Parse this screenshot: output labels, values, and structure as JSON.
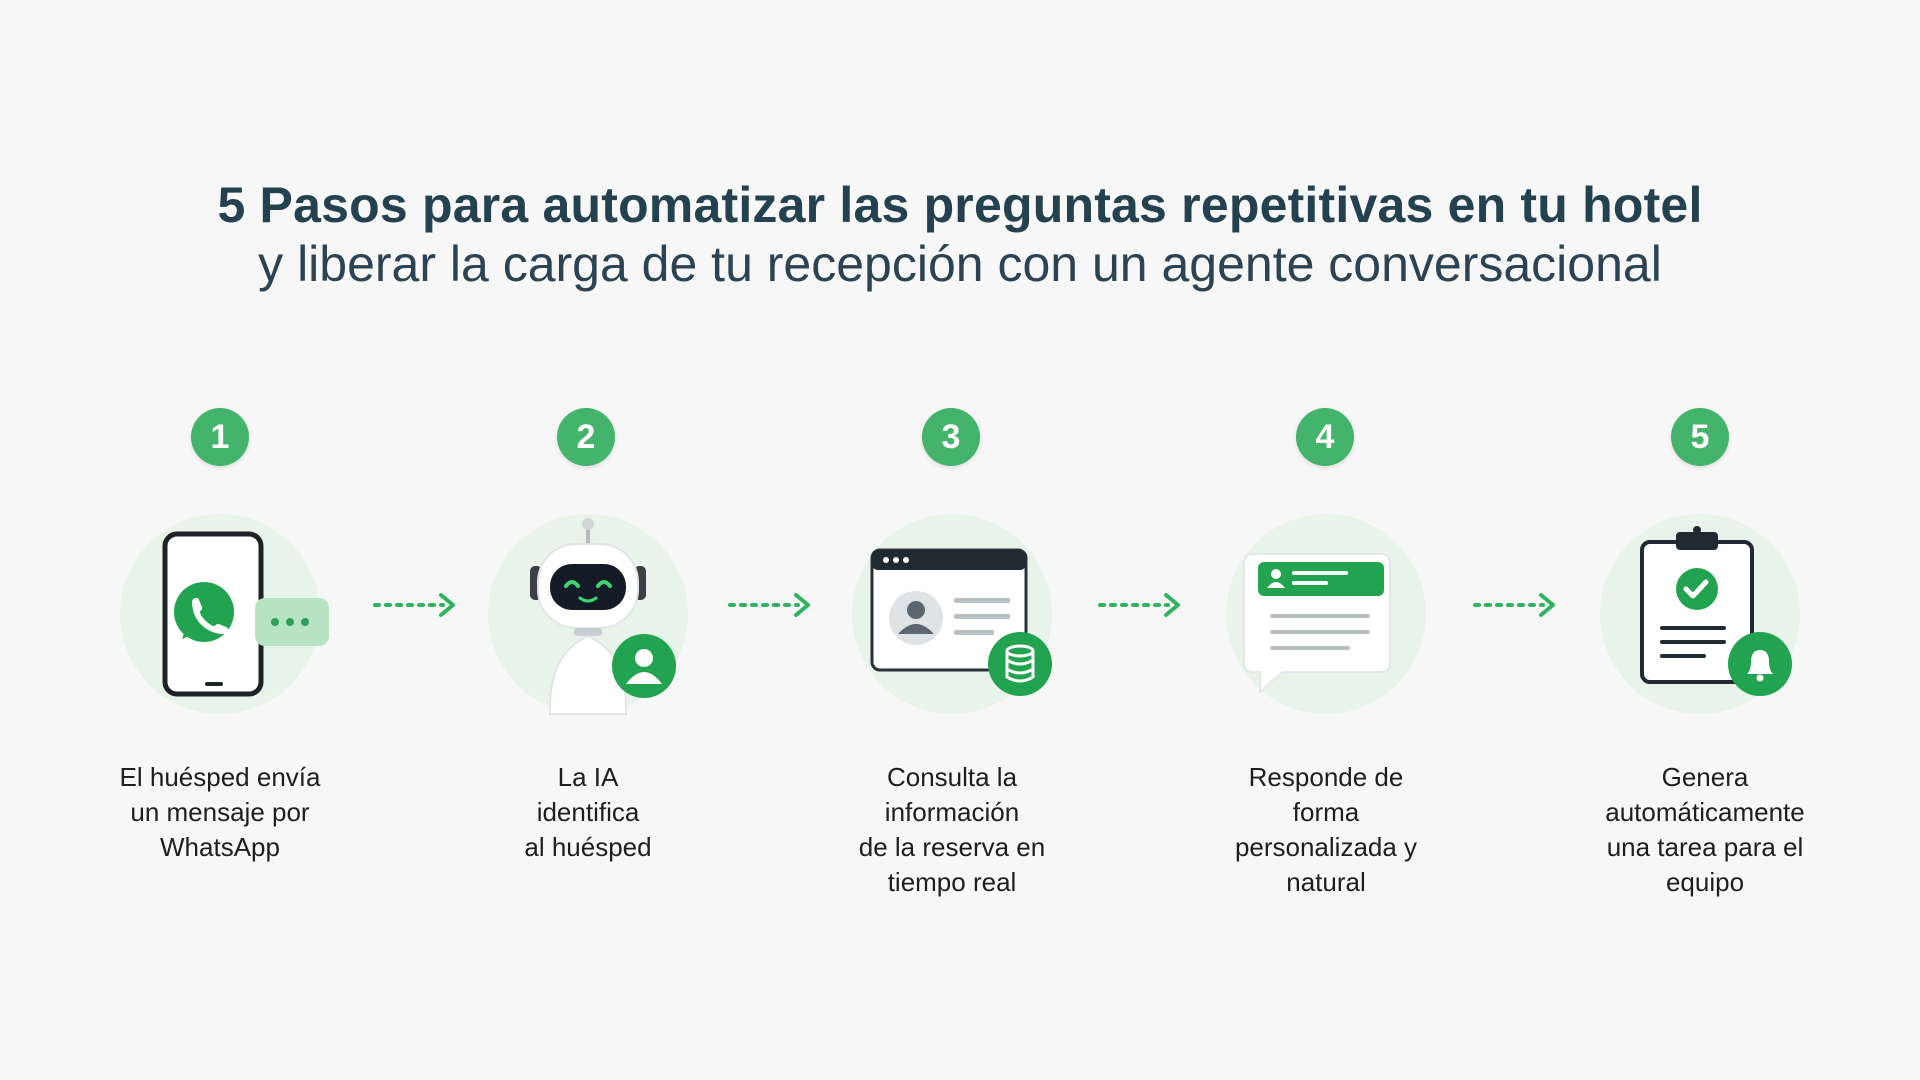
{
  "title": {
    "line1": "5 Pasos para automatizar las preguntas repetitivas en tu hotel",
    "line2": "y liberar la carga de tu recepción con un agente conversacional"
  },
  "colors": {
    "accent": "#44b36b",
    "accent_dark": "#22a34f",
    "icon_bg": "#e8f4ea",
    "title": "#24414f",
    "dark": "#1c2228"
  },
  "steps": [
    {
      "number": "1",
      "icon": "phone-whatsapp-icon",
      "caption": [
        "El huésped envía",
        "un mensaje por",
        "WhatsApp"
      ]
    },
    {
      "number": "2",
      "icon": "robot-icon",
      "caption": [
        "La IA",
        "identifica",
        "al huésped"
      ]
    },
    {
      "number": "3",
      "icon": "reservation-database-icon",
      "caption": [
        "Consulta la",
        "información",
        "de la reserva en",
        "tiempo real"
      ]
    },
    {
      "number": "4",
      "icon": "chat-response-icon",
      "caption": [
        "Responde de",
        "forma",
        "personalizada y",
        "natural"
      ]
    },
    {
      "number": "5",
      "icon": "clipboard-task-icon",
      "caption": [
        "Genera",
        "automáticamente",
        "una tarea para el",
        "equipo"
      ]
    }
  ]
}
